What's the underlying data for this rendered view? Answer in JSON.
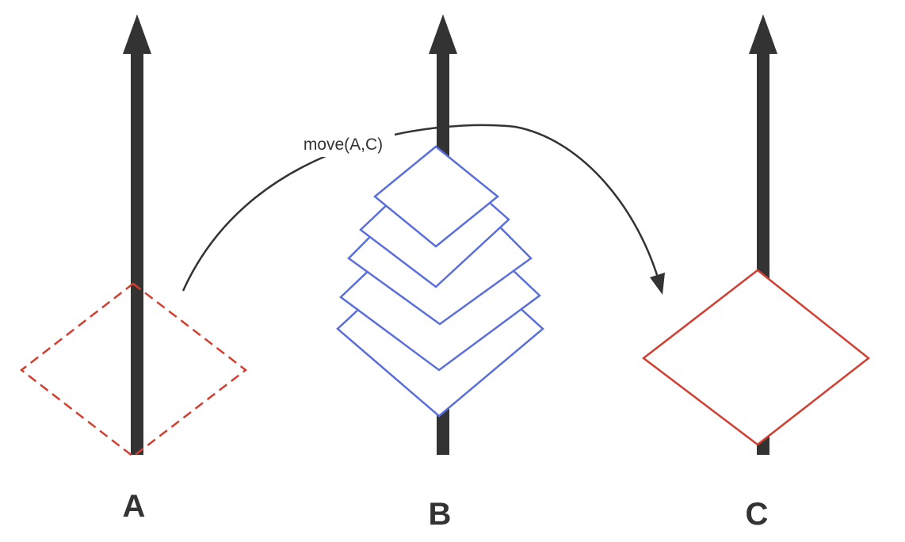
{
  "diagram": {
    "colors": {
      "peg": "#333333",
      "source_disk": "#d23f31",
      "stack_disk": "#5a6fdc",
      "target_disk": "#d23f31",
      "arrow": "#333333",
      "text": "#333333"
    },
    "pegs": [
      {
        "id": "peg-a",
        "label": "A"
      },
      {
        "id": "peg-b",
        "label": "B"
      },
      {
        "id": "peg-c",
        "label": "C"
      }
    ],
    "move": {
      "label": "move(A,C)"
    },
    "disks": {
      "source_style": "dashed",
      "stack_count": 5,
      "target_style": "solid"
    }
  }
}
